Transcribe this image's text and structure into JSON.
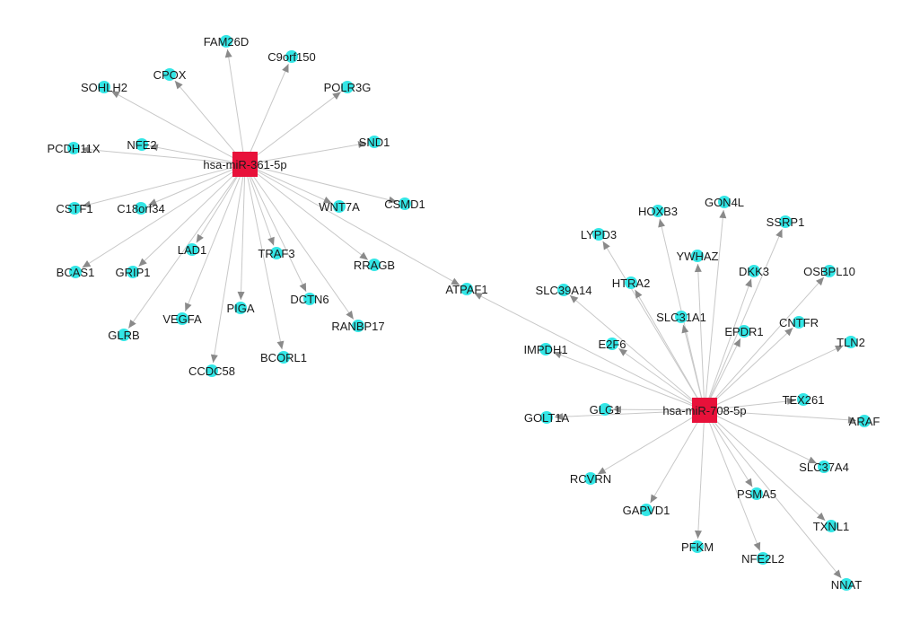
{
  "network": {
    "hubs": [
      {
        "id": "hub1",
        "label": "hsa-miR-361-5p",
        "color": "#e8113a"
      },
      {
        "id": "hub2",
        "label": "hsa-miR-708-5p",
        "color": "#e8113a"
      }
    ],
    "target_color": "#33e6e6",
    "targets": [
      {
        "label": "FAM26D",
        "regulated_by": [
          "hub1"
        ]
      },
      {
        "label": "C9orf150",
        "regulated_by": [
          "hub1"
        ]
      },
      {
        "label": "CPOX",
        "regulated_by": [
          "hub1"
        ]
      },
      {
        "label": "SOHLH2",
        "regulated_by": [
          "hub1"
        ]
      },
      {
        "label": "POLR3G",
        "regulated_by": [
          "hub1"
        ]
      },
      {
        "label": "PCDH11X",
        "regulated_by": [
          "hub1"
        ]
      },
      {
        "label": "NFE2",
        "regulated_by": [
          "hub1"
        ]
      },
      {
        "label": "SND1",
        "regulated_by": [
          "hub1"
        ]
      },
      {
        "label": "CSTF1",
        "regulated_by": [
          "hub1"
        ]
      },
      {
        "label": "C18orf34",
        "regulated_by": [
          "hub1"
        ]
      },
      {
        "label": "WNT7A",
        "regulated_by": [
          "hub1"
        ]
      },
      {
        "label": "CSMD1",
        "regulated_by": [
          "hub1"
        ]
      },
      {
        "label": "LAD1",
        "regulated_by": [
          "hub1"
        ]
      },
      {
        "label": "TRAF3",
        "regulated_by": [
          "hub1"
        ]
      },
      {
        "label": "BCAS1",
        "regulated_by": [
          "hub1"
        ]
      },
      {
        "label": "GRIP1",
        "regulated_by": [
          "hub1"
        ]
      },
      {
        "label": "RRAGB",
        "regulated_by": [
          "hub1"
        ]
      },
      {
        "label": "PIGA",
        "regulated_by": [
          "hub1"
        ]
      },
      {
        "label": "DCTN6",
        "regulated_by": [
          "hub1"
        ]
      },
      {
        "label": "VEGFA",
        "regulated_by": [
          "hub1"
        ]
      },
      {
        "label": "RANBP17",
        "regulated_by": [
          "hub1"
        ]
      },
      {
        "label": "GLRB",
        "regulated_by": [
          "hub1"
        ]
      },
      {
        "label": "BCORL1",
        "regulated_by": [
          "hub1"
        ]
      },
      {
        "label": "CCDC58",
        "regulated_by": [
          "hub1"
        ]
      },
      {
        "label": "ATPAF1",
        "regulated_by": [
          "hub1",
          "hub2"
        ]
      },
      {
        "label": "HOXB3",
        "regulated_by": [
          "hub2"
        ]
      },
      {
        "label": "GON4L",
        "regulated_by": [
          "hub2"
        ]
      },
      {
        "label": "SSRP1",
        "regulated_by": [
          "hub2"
        ]
      },
      {
        "label": "LYPD3",
        "regulated_by": [
          "hub2"
        ]
      },
      {
        "label": "YWHAZ",
        "regulated_by": [
          "hub2"
        ]
      },
      {
        "label": "DKK3",
        "regulated_by": [
          "hub2"
        ]
      },
      {
        "label": "OSBPL10",
        "regulated_by": [
          "hub2"
        ]
      },
      {
        "label": "HTRA2",
        "regulated_by": [
          "hub2"
        ]
      },
      {
        "label": "SLC39A14",
        "regulated_by": [
          "hub2"
        ]
      },
      {
        "label": "SLC31A1",
        "regulated_by": [
          "hub2"
        ]
      },
      {
        "label": "EPDR1",
        "regulated_by": [
          "hub2"
        ]
      },
      {
        "label": "CNTFR",
        "regulated_by": [
          "hub2"
        ]
      },
      {
        "label": "TLN2",
        "regulated_by": [
          "hub2"
        ]
      },
      {
        "label": "E2F6",
        "regulated_by": [
          "hub2"
        ]
      },
      {
        "label": "IMPDH1",
        "regulated_by": [
          "hub2"
        ]
      },
      {
        "label": "TEX261",
        "regulated_by": [
          "hub2"
        ]
      },
      {
        "label": "GLG1",
        "regulated_by": [
          "hub2"
        ]
      },
      {
        "label": "GOLT1A",
        "regulated_by": [
          "hub2"
        ]
      },
      {
        "label": "ARAF",
        "regulated_by": [
          "hub2"
        ]
      },
      {
        "label": "SLC37A4",
        "regulated_by": [
          "hub2"
        ]
      },
      {
        "label": "RCVRN",
        "regulated_by": [
          "hub2"
        ]
      },
      {
        "label": "PSMA5",
        "regulated_by": [
          "hub2"
        ]
      },
      {
        "label": "GAPVD1",
        "regulated_by": [
          "hub2"
        ]
      },
      {
        "label": "TXNL1",
        "regulated_by": [
          "hub2"
        ]
      },
      {
        "label": "PFKM",
        "regulated_by": [
          "hub2"
        ]
      },
      {
        "label": "NFE2L2",
        "regulated_by": [
          "hub2"
        ]
      },
      {
        "label": "NNAT",
        "regulated_by": [
          "hub2"
        ]
      }
    ]
  }
}
